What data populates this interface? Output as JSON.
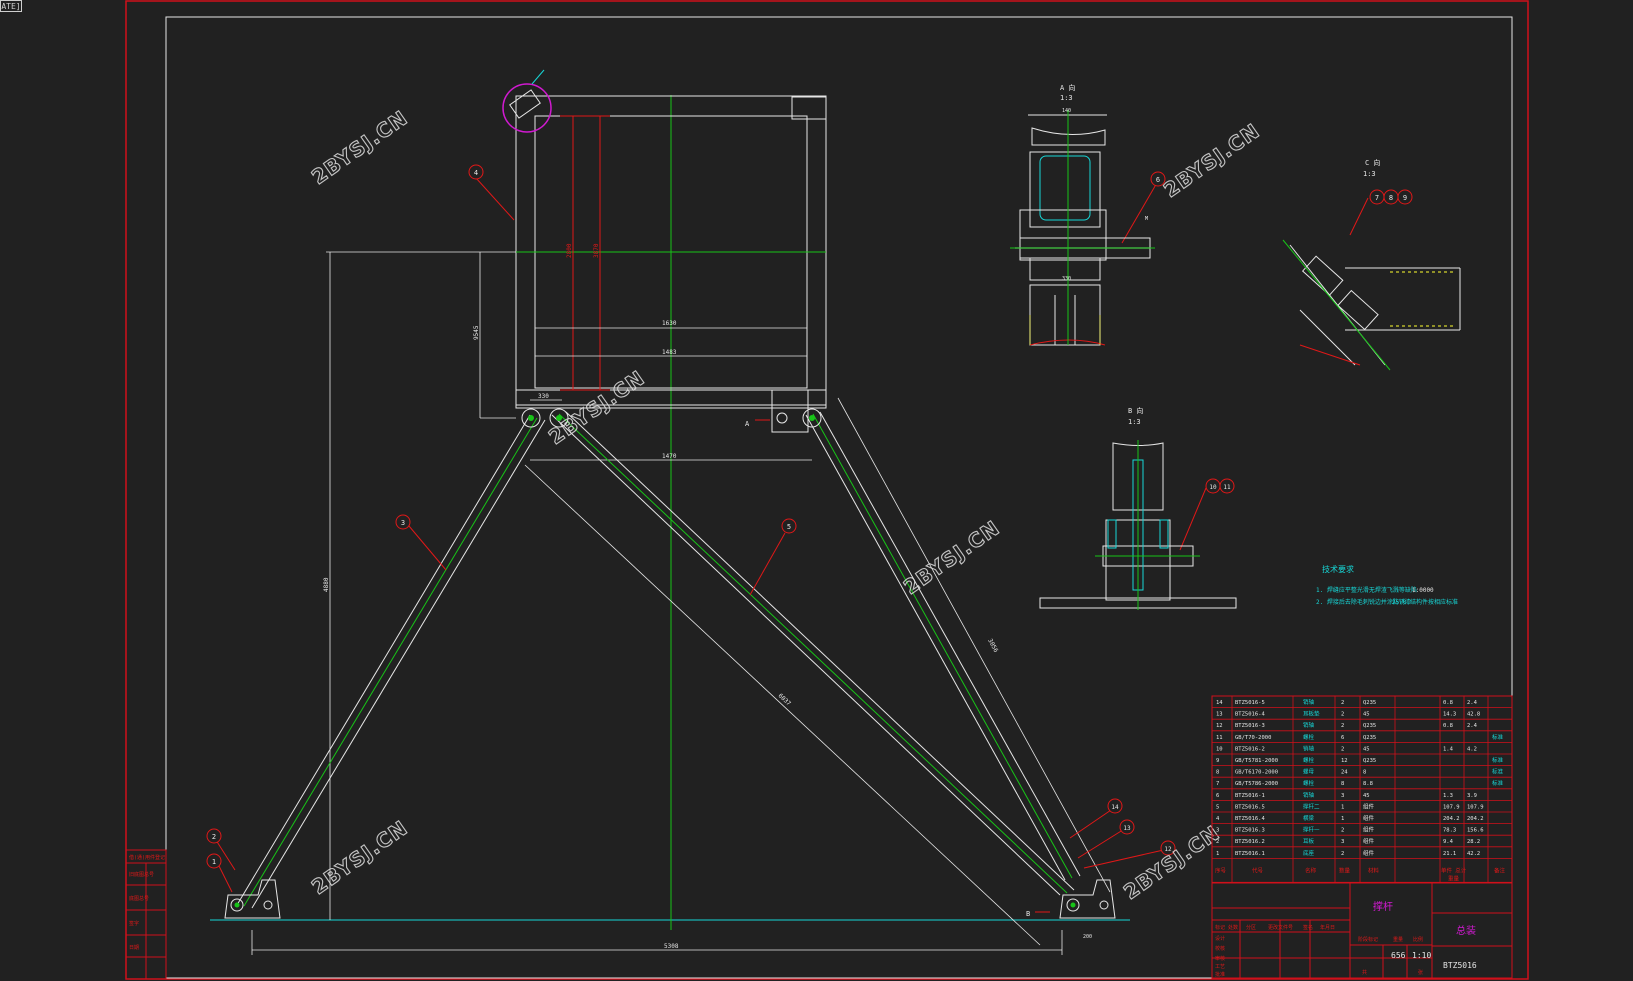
{
  "corner_tab": "ATE]",
  "watermark": "2BYSJ.CN",
  "colors": {
    "background": "#212121",
    "frame_outer": "#d0101a",
    "frame_inner": "#e6e6e6",
    "centerline": "#18c418",
    "dimension_red": "#e01818",
    "ground": "#18b4b4",
    "cyan_text": "#17d6d6",
    "balloon": "#e01818",
    "detail_circle": "#d01ad0"
  },
  "dims": {
    "d_top_right": "1630",
    "d_mid": "1483",
    "d_bottom": "1470",
    "d_small": "330",
    "d_h_left": "9545",
    "d_vert_red1": "2800",
    "d_vert_red2": "3870",
    "d_height": "4880",
    "d_diag_right": "3056",
    "d_diag_mid": "6037",
    "d_base": "5308",
    "d_small2": "200"
  },
  "balloons": [
    "1",
    "2",
    "3",
    "4",
    "5",
    "6",
    "7",
    "8",
    "9",
    "10",
    "11",
    "12",
    "13",
    "14"
  ],
  "views": {
    "a_title": "A 向",
    "a_scale": "1:3",
    "a_dim_top": "140",
    "a_dim_bottom": "330",
    "a_dim_side": "M",
    "b_title": "B 向",
    "b_scale": "1:3",
    "c_title": "C 向",
    "c_scale": "1:3",
    "arrow_a": "A",
    "arrow_b": "B"
  },
  "tech_notes": {
    "title": "技术要求",
    "line1": "1. 焊缝应平整光滑无焊渣飞溅等缺陷",
    "line1b": "1:0000",
    "line2": "2. 焊接后去除毛刺锐边并涂防锈漆",
    "line2b": "2S-0 结构件按相应标准"
  },
  "bom": [
    {
      "no": "14",
      "code": "BTZ5016-5",
      "name": "销轴",
      "qty": "2",
      "mat": "Q235",
      "w1": "0.8",
      "w2": "2.4",
      "note": ""
    },
    {
      "no": "13",
      "code": "BTZ5016-4",
      "name": "耳板垫",
      "qty": "2",
      "mat": "45",
      "w1": "14.3",
      "w2": "42.8",
      "note": ""
    },
    {
      "no": "12",
      "code": "BTZ5016-3",
      "name": "销轴",
      "qty": "2",
      "mat": "Q235",
      "w1": "0.8",
      "w2": "2.4",
      "note": ""
    },
    {
      "no": "11",
      "code": "GB/T70-2000",
      "name": "螺栓",
      "qty": "6",
      "mat": "Q235",
      "w1": "",
      "w2": "",
      "note": "标准"
    },
    {
      "no": "10",
      "code": "BTZ5016-2",
      "name": "销轴",
      "qty": "2",
      "mat": "45",
      "w1": "1.4",
      "w2": "4.2",
      "note": ""
    },
    {
      "no": "9",
      "code": "GB/T5781-2000",
      "name": "螺栓",
      "qty": "12",
      "mat": "Q235",
      "w1": "",
      "w2": "",
      "note": "标准"
    },
    {
      "no": "8",
      "code": "GB/T6170-2000",
      "name": "螺母",
      "qty": "24",
      "mat": "8",
      "w1": "",
      "w2": "",
      "note": "标准"
    },
    {
      "no": "7",
      "code": "GB/T5786-2000",
      "name": "螺栓",
      "qty": "8",
      "mat": "8.8",
      "w1": "",
      "w2": "",
      "note": "标准"
    },
    {
      "no": "6",
      "code": "BTZ5016-1",
      "name": "销轴",
      "qty": "3",
      "mat": "45",
      "w1": "1.3",
      "w2": "3.9",
      "note": ""
    },
    {
      "no": "5",
      "code": "BTZ5016.5",
      "name": "撑杆二",
      "qty": "1",
      "mat": "组件",
      "w1": "107.9",
      "w2": "107.9",
      "note": ""
    },
    {
      "no": "4",
      "code": "BTZ5016.4",
      "name": "横梁",
      "qty": "1",
      "mat": "组件",
      "w1": "204.2",
      "w2": "204.2",
      "note": ""
    },
    {
      "no": "3",
      "code": "BTZ5016.3",
      "name": "撑杆一",
      "qty": "2",
      "mat": "组件",
      "w1": "78.3",
      "w2": "156.6",
      "note": ""
    },
    {
      "no": "2",
      "code": "BTZ5016.2",
      "name": "耳板",
      "qty": "3",
      "mat": "组件",
      "w1": "9.4",
      "w2": "28.2",
      "note": ""
    },
    {
      "no": "1",
      "code": "BTZ5016.1",
      "name": "底座",
      "qty": "2",
      "mat": "组件",
      "w1": "21.1",
      "w2": "42.2",
      "note": ""
    }
  ],
  "bom_header": {
    "no": "序号",
    "code": "代号",
    "name": "名称",
    "qty": "数量",
    "mat": "材料",
    "w": "单件 总计",
    "wt": "重量",
    "note": "备注"
  },
  "title_block": {
    "drawing_name": "撑杆",
    "company": "总装",
    "code": "BTZ5016",
    "weight": "656",
    "scale": "1:10",
    "mark_label": "阶段标记",
    "weight_label": "重量",
    "scale_label": "比例",
    "sheet": "共",
    "sheet2": "张",
    "row_labels": [
      "标记",
      "处数",
      "分区",
      "更改文件号",
      "签名",
      "年月日"
    ],
    "side_labels": [
      "设计",
      "校核",
      "审核",
      "工艺",
      "批准"
    ]
  },
  "left_strip": [
    "借(通)用件登记",
    "旧底图总号",
    "底图总号",
    "签字",
    "日期"
  ]
}
